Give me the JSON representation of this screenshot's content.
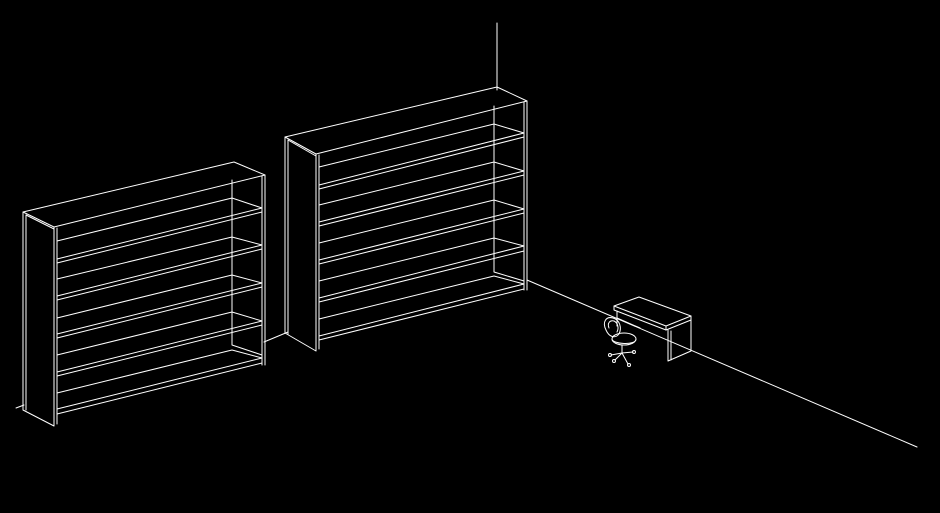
{
  "scene": {
    "background_color": "#000000",
    "line_color": "#ffffff",
    "objects": [
      "room-corner",
      "bookshelf-left",
      "bookshelf-center",
      "desk",
      "office-chair"
    ]
  }
}
